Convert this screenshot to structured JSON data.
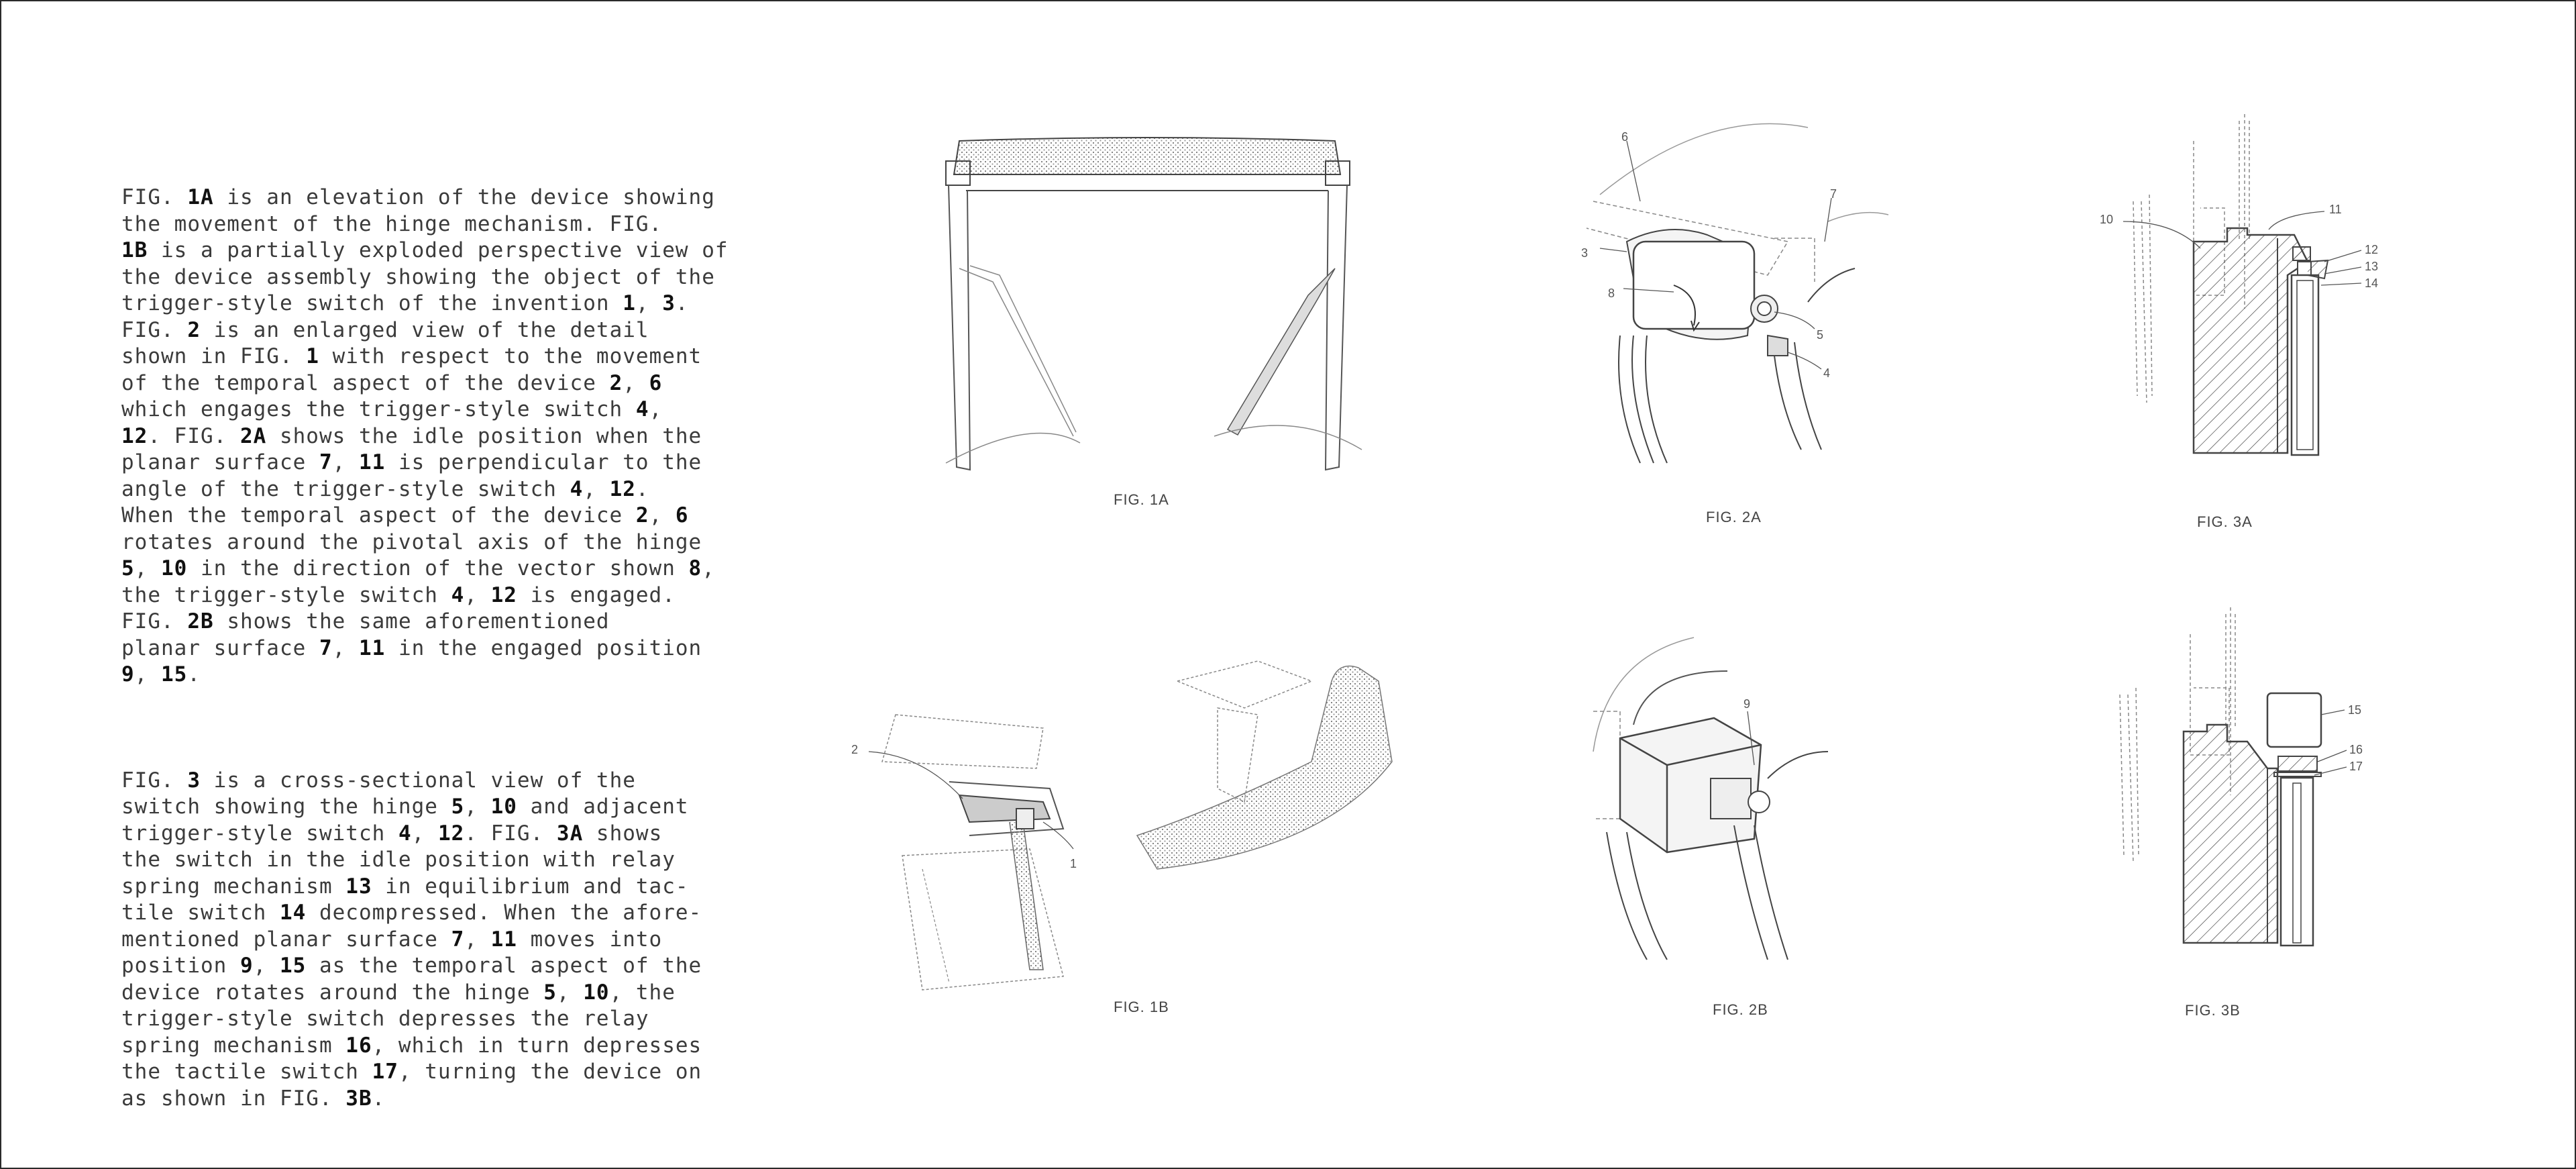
{
  "description": {
    "paragraph_1": [
      {
        "t": "FIG. "
      },
      {
        "t": "1A",
        "b": true
      },
      {
        "t": " is an elevation of the device showing\nthe movement of the hinge mechanism. FIG.\n"
      },
      {
        "t": "1B",
        "b": true
      },
      {
        "t": " is a partially exploded perspective view of\nthe device assembly showing the object of the\ntrigger-style switch of the invention "
      },
      {
        "t": "1",
        "b": true
      },
      {
        "t": ", "
      },
      {
        "t": "3",
        "b": true
      },
      {
        "t": ".\nFIG. "
      },
      {
        "t": "2",
        "b": true
      },
      {
        "t": " is an enlarged view of the detail\nshown in FIG. "
      },
      {
        "t": "1",
        "b": true
      },
      {
        "t": " with respect to the movement\nof the temporal aspect of the device "
      },
      {
        "t": "2",
        "b": true
      },
      {
        "t": ", "
      },
      {
        "t": "6",
        "b": true
      },
      {
        "t": "\nwhich engages the trigger-style switch "
      },
      {
        "t": "4",
        "b": true
      },
      {
        "t": ",\n"
      },
      {
        "t": "12",
        "b": true
      },
      {
        "t": ". FIG. "
      },
      {
        "t": "2A",
        "b": true
      },
      {
        "t": " shows the idle position when the\nplanar surface "
      },
      {
        "t": "7",
        "b": true
      },
      {
        "t": ", "
      },
      {
        "t": "11",
        "b": true
      },
      {
        "t": " is perpendicular to the\nangle of the trigger-style switch "
      },
      {
        "t": "4",
        "b": true
      },
      {
        "t": ", "
      },
      {
        "t": "12",
        "b": true
      },
      {
        "t": ".\nWhen the temporal aspect of the device "
      },
      {
        "t": "2",
        "b": true
      },
      {
        "t": ", "
      },
      {
        "t": "6",
        "b": true
      },
      {
        "t": "\nrotates around the pivotal axis of the hinge\n"
      },
      {
        "t": "5",
        "b": true
      },
      {
        "t": ", "
      },
      {
        "t": "10",
        "b": true
      },
      {
        "t": " in the direction of the vector shown "
      },
      {
        "t": "8",
        "b": true
      },
      {
        "t": ",\nthe trigger-style switch "
      },
      {
        "t": "4",
        "b": true
      },
      {
        "t": ", "
      },
      {
        "t": "12",
        "b": true
      },
      {
        "t": " is engaged.\nFIG. "
      },
      {
        "t": "2B",
        "b": true
      },
      {
        "t": " shows the same aforementioned\nplanar surface "
      },
      {
        "t": "7",
        "b": true
      },
      {
        "t": ", "
      },
      {
        "t": "11",
        "b": true
      },
      {
        "t": " in the engaged position\n"
      },
      {
        "t": "9",
        "b": true
      },
      {
        "t": ", "
      },
      {
        "t": "15",
        "b": true
      },
      {
        "t": "."
      }
    ],
    "paragraph_2": [
      {
        "t": "FIG. "
      },
      {
        "t": "3",
        "b": true
      },
      {
        "t": " is a cross-sectional view of the\nswitch showing the hinge "
      },
      {
        "t": "5",
        "b": true
      },
      {
        "t": ", "
      },
      {
        "t": "10",
        "b": true
      },
      {
        "t": " and adjacent\ntrigger-style switch "
      },
      {
        "t": "4",
        "b": true
      },
      {
        "t": ", "
      },
      {
        "t": "12",
        "b": true
      },
      {
        "t": ". FIG. "
      },
      {
        "t": "3A",
        "b": true
      },
      {
        "t": " shows\nthe switch in the idle position with relay\nspring mechanism "
      },
      {
        "t": "13",
        "b": true
      },
      {
        "t": " in equilibrium and tac-\ntile switch "
      },
      {
        "t": "14",
        "b": true
      },
      {
        "t": " decompressed. When the afore-\nmentioned planar surface "
      },
      {
        "t": "7",
        "b": true
      },
      {
        "t": ", "
      },
      {
        "t": "11",
        "b": true
      },
      {
        "t": " moves into\nposition "
      },
      {
        "t": "9",
        "b": true
      },
      {
        "t": ", "
      },
      {
        "t": "15",
        "b": true
      },
      {
        "t": " as the temporal aspect of the\ndevice rotates around the hinge "
      },
      {
        "t": "5",
        "b": true
      },
      {
        "t": ", "
      },
      {
        "t": "10",
        "b": true
      },
      {
        "t": ", the\ntrigger-style switch depresses the relay\nspring mechanism "
      },
      {
        "t": "16",
        "b": true
      },
      {
        "t": ", which in turn depresses\nthe tactile switch "
      },
      {
        "t": "17",
        "b": true
      },
      {
        "t": ", turning the device on\nas shown in FIG. "
      },
      {
        "t": "3B",
        "b": true
      },
      {
        "t": "."
      }
    ]
  },
  "figures": {
    "fig_1a": {
      "caption": "FIG. 1A"
    },
    "fig_1b": {
      "caption": "FIG. 1B",
      "labels": {
        "l2": "2",
        "l1": "1"
      }
    },
    "fig_2a": {
      "caption": "FIG. 2A",
      "labels": {
        "l6": "6",
        "l7": "7",
        "l3": "3",
        "l8": "8",
        "l5": "5",
        "l4": "4"
      }
    },
    "fig_2b": {
      "caption": "FIG. 2B",
      "labels": {
        "l9": "9"
      }
    },
    "fig_3a": {
      "caption": "FIG. 3A",
      "labels": {
        "l10": "10",
        "l11": "11",
        "l12": "12",
        "l13": "13",
        "l14": "14"
      }
    },
    "fig_3b": {
      "caption": "FIG. 3B",
      "labels": {
        "l15": "15",
        "l16": "16",
        "l17": "17"
      }
    }
  }
}
